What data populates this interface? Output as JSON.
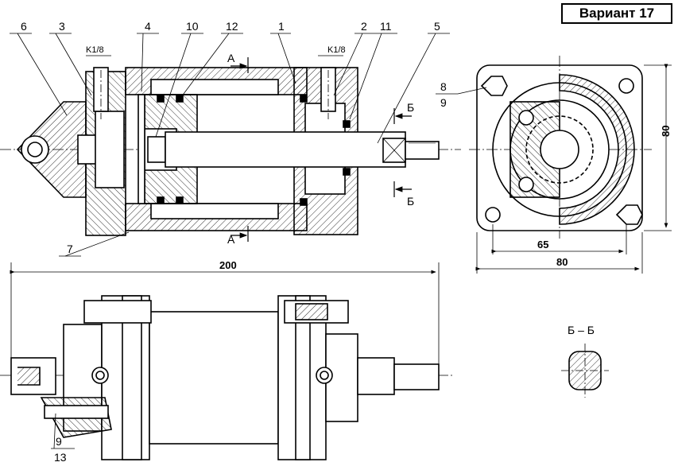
{
  "title": "Вариант 17",
  "callouts": [
    "6",
    "3",
    "4",
    "10",
    "12",
    "1",
    "2",
    "11",
    "5",
    "7",
    "8",
    "9",
    "13"
  ],
  "thread_labels": [
    "K1/8",
    "K1/8"
  ],
  "section_labels": {
    "a_top": "А",
    "a_bottom": "А",
    "b_top": "Б",
    "b_bottom": "Б",
    "b_section": "Б – Б"
  },
  "dimensions": {
    "overall_length": "200",
    "flange_height": "80",
    "flange_width": "80",
    "bolt_spacing": "65"
  },
  "bottom_callouts": {
    "upper": "9",
    "lower": "13"
  },
  "side_callouts": {
    "upper": "8",
    "lower": "9"
  }
}
